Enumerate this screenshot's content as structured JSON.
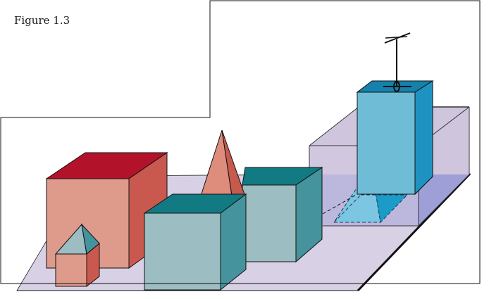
{
  "figure": {
    "caption": "Figure 1.3"
  },
  "colors": {
    "frame": "#111111",
    "ground_plane": "#d8d0e4",
    "glass_box_shadow": "#a9a7d6",
    "large_box_front": "#de9a8b",
    "large_box_top": "#b3132a",
    "large_box_side": "#c9594f",
    "teal_front": "#9cbdc2",
    "teal_top": "#127a82",
    "teal_side": "#45939c",
    "blue_front": "#6fbcd6",
    "blue_top": "#1482ac",
    "blue_side": "#1e93c2",
    "pyramid_light": "#de8c7c",
    "pyramid_dark": "#c65a4d"
  },
  "objects": [
    "large-red-box",
    "small-house",
    "front-teal-cube",
    "rear-teal-cube",
    "red-pyramid",
    "transparent-glass-box",
    "hidden-blue-pyramid",
    "blue-tower",
    "antenna"
  ]
}
